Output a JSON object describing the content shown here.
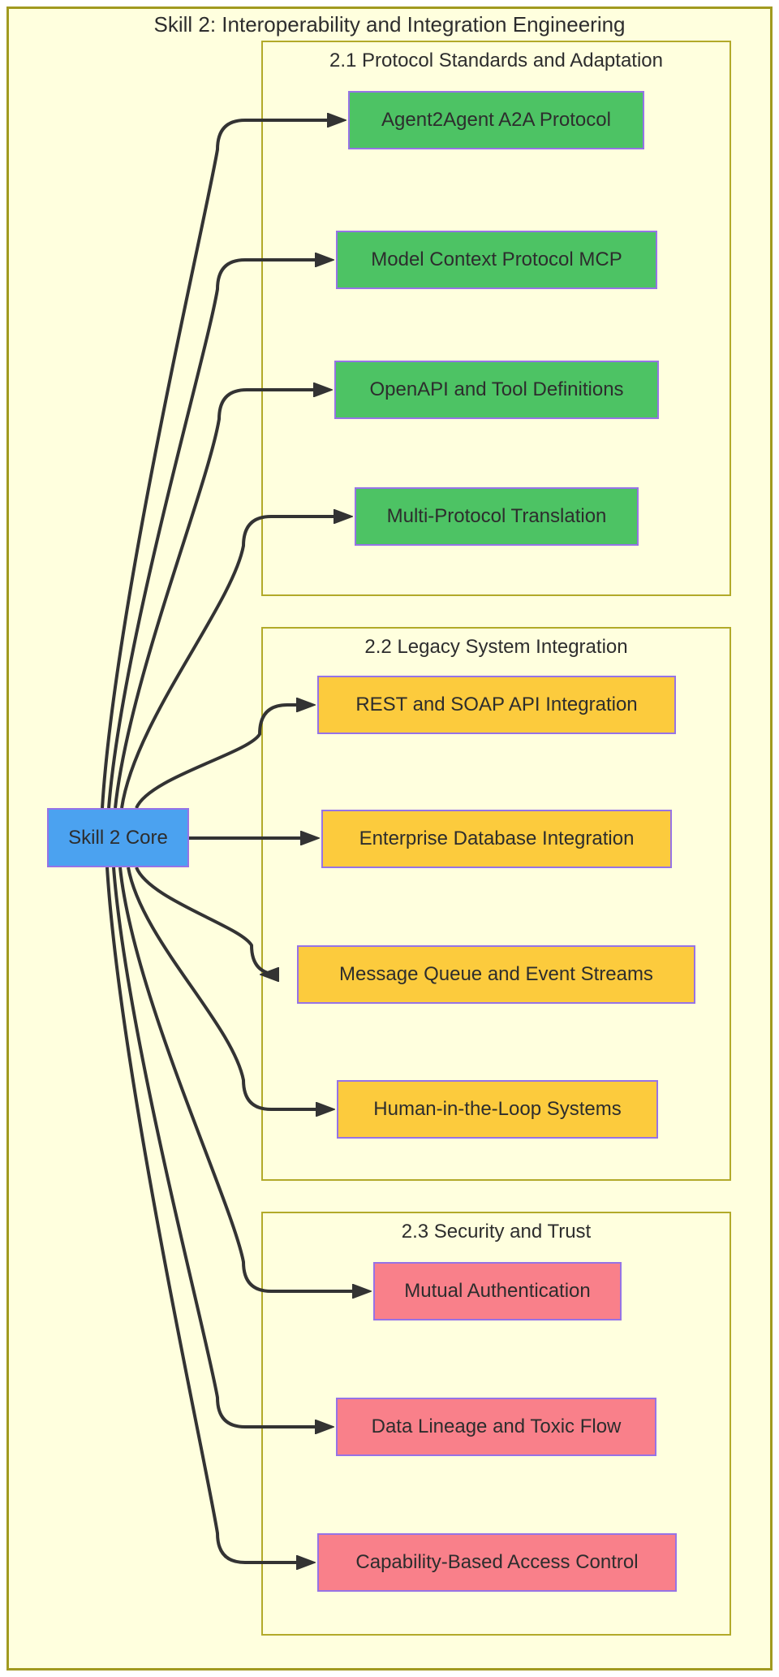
{
  "title": "Skill 2: Interoperability and Integration Engineering",
  "core": {
    "label": "Skill 2 Core"
  },
  "groups": [
    {
      "title": "2.1 Protocol Standards and Adaptation",
      "nodes": [
        "Agent2Agent A2A Protocol",
        "Model Context Protocol MCP",
        "OpenAPI and Tool Definitions",
        "Multi-Protocol Translation"
      ]
    },
    {
      "title": "2.2 Legacy System Integration",
      "nodes": [
        "REST and SOAP API Integration",
        "Enterprise Database Integration",
        "Message Queue and Event Streams",
        "Human-in-the-Loop Systems"
      ]
    },
    {
      "title": "2.3 Security and Trust",
      "nodes": [
        "Mutual Authentication",
        "Data Lineage and Toxic Flow",
        "Capability-Based Access Control"
      ]
    }
  ],
  "colors": {
    "page_bg": "#FFFFFF",
    "canvas_bg": "#FFFFDE",
    "outer_border": "#A19A20",
    "group_border": "#B2AA2A",
    "node_border": "#9673E6",
    "core_fill": "#4BA2F0",
    "green_fill": "#4DC364",
    "yellow_fill": "#FCCB3D",
    "red_fill": "#F9808A",
    "arrow": "#333333",
    "text": "#2D2D2D"
  }
}
